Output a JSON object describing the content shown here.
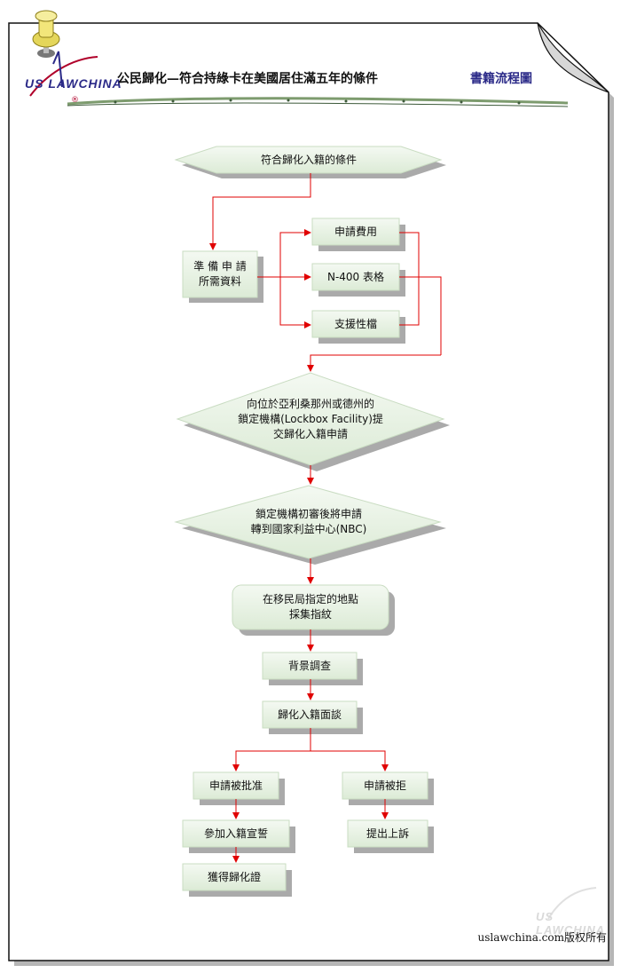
{
  "header": {
    "logo_text": "US LAWCHINA",
    "logo_reg": "®",
    "title": "公民歸化—符合持綠卡在美國居住滿五年的條件",
    "subtitle": "書籍流程圖"
  },
  "flow": {
    "start": "符合歸化入籍的條件",
    "prepare": [
      "準 備 申 請",
      "所需資料"
    ],
    "fee": "申請費用",
    "form": "N-400 表格",
    "support": "支援性檔",
    "submit": [
      "向位於亞利桑那州或德州的",
      "鎖定機構(Lockbox Facility)提",
      "交歸化入籍申請"
    ],
    "review": [
      "鎖定機構初審後將申請",
      "轉到國家利益中心(NBC)"
    ],
    "fingerprint": [
      "在移民局指定的地點",
      "採集指紋"
    ],
    "background": "背景調查",
    "interview": "歸化入籍面談",
    "approved": "申請被批准",
    "oath": "參加入籍宣誓",
    "certificate": "獲得歸化證",
    "denied": "申請被拒",
    "appeal": "提出上訴"
  },
  "watermark": "US LAWCHINA",
  "footer": "uslawchina.com版权所有",
  "colors": {
    "arrow": "#e00000",
    "box": "#e9f3e6",
    "shadow": "#a9a9a9",
    "navy": "#2b2a88"
  }
}
